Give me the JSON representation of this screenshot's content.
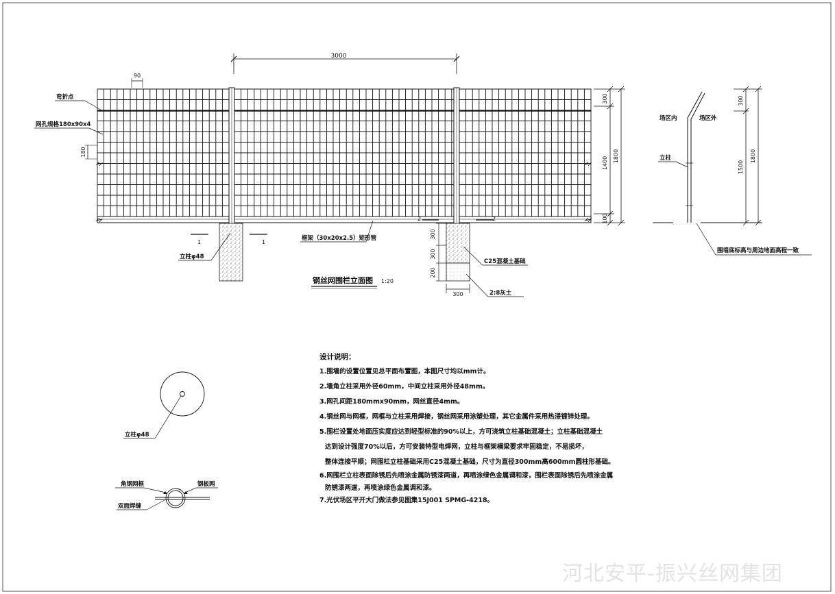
{
  "elevation": {
    "title": "钢丝网围栏立面图",
    "scale": "1:20",
    "dim_span": "3000",
    "dim_mesh_width": "90",
    "dim_mesh_height": "180",
    "dim_top": "300",
    "dim_mid": "1400",
    "dim_bottom": "100",
    "dim_total": "1800",
    "label_bend_point": "弯折点",
    "label_mesh_spec": "网孔规格180x90x4",
    "label_post": "立柱φ48",
    "label_frame": "框架（30x20x2.5）矩形管",
    "label_concrete": "C25混凝土基础",
    "label_lime_soil": "2:8灰土",
    "section_marker": "1",
    "section_marker_2": "2",
    "footing_dim_a": "300",
    "footing_dim_b": "300",
    "footing_dim_c": "200",
    "footing_width": "300"
  },
  "side_section": {
    "label_inside": "场区内",
    "label_outside": "场区外",
    "label_post": "立柱",
    "dim_top": "300",
    "dim_mid": "1500",
    "dim_total": "1800",
    "label_ground_note": "围墙底标高与周边地面高程一致"
  },
  "post_section": {
    "label_post": "立柱φ48"
  },
  "weld_detail": {
    "label_angle_frame": "角钢网框",
    "label_plate_mesh": "钢板网",
    "label_double_weld": "双面焊缝"
  },
  "notes": {
    "heading": "设计说明：",
    "items": [
      "1.围墙的设置位置见总平面布置图，本图尺寸均以mm计。",
      "2.墙角立柱采用外径60mm，中间立柱采用外径48mm。",
      "3.网孔间距180mmx90mm，网丝直径4mm。",
      "4.钢丝网与网框，网框与立柱采用焊接，钢丝网采用涂塑处理，其它金属件采用热浸镀锌处理。",
      "5.围栏设置处地面压实度应达到轻型标准的90%以上，方可浇筑立柱基础混凝土；立柱基础混凝土",
      "达到设计强度70%以后，方可安装特型电焊网，立柱与框架横梁要求牢固稳定，不易损坏，",
      "整体连接平顺；网围栏立柱基础采用C25混凝土基础，尺寸为直径300mm高600mm圆柱形基础。",
      "6.网围栏立柱表面除锈后先喷涂金属防锈漆两道，再喷涂绿色金属调和漆，围栏表面除锈后先喷涂金属",
      "防锈漆两道，再喷涂绿色金属调和漆。",
      "7.光伏场区平开大门做法参见图集15J001 SPMG-4218。"
    ]
  },
  "watermark": "河北安平-振兴丝网集团"
}
